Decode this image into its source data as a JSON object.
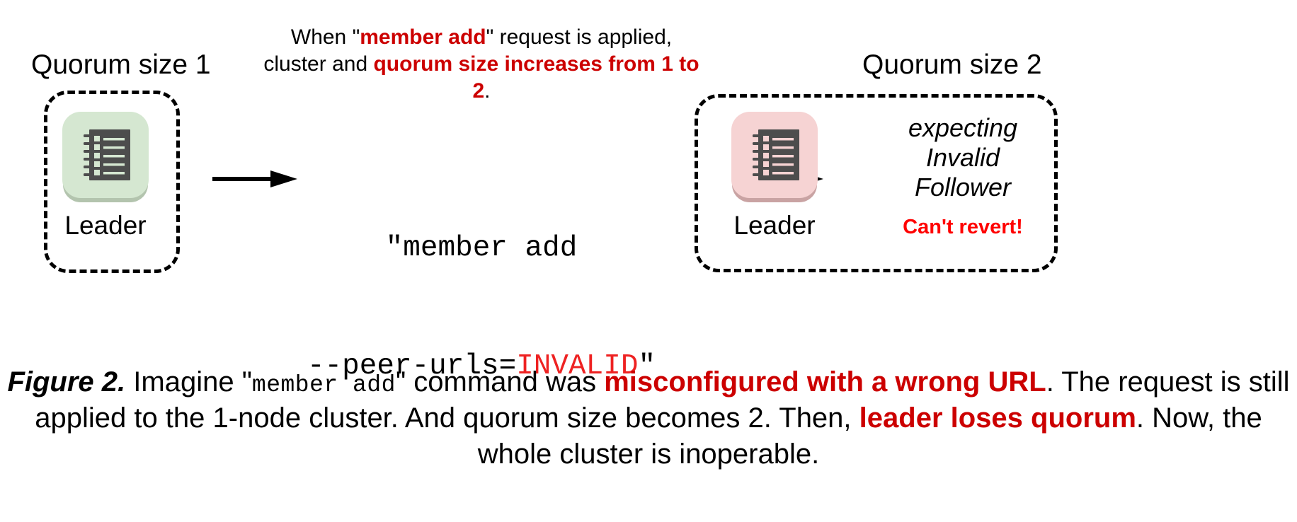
{
  "figure": {
    "left_cluster": {
      "heading": "Quorum size 1",
      "node": {
        "icon": "server-icon",
        "caption": "Leader",
        "tile_color": "#d5e7d1"
      }
    },
    "right_cluster": {
      "heading": "Quorum size 2",
      "node": {
        "icon": "server-icon",
        "caption": "Leader",
        "tile_color": "#f6d3d3"
      },
      "status_lines": [
        "expecting",
        "Invalid",
        "Follower"
      ],
      "warning": "Can't revert!",
      "warning_color": "#ff0000"
    },
    "annotation": {
      "part1": "When \"",
      "highlight1": "member add",
      "part2": "\" request is applied, cluster and ",
      "highlight2": "quorum size increases from 1 to 2",
      "part3": "."
    },
    "command": {
      "line1": "\"member add",
      "line2_prefix": "--peer-urls=",
      "line2_invalid": "INVALID",
      "line2_suffix": "\"",
      "invalid_color": "#ee2222"
    },
    "arrows": {
      "icon": "arrow-right-icon",
      "count": 2
    },
    "caption": {
      "label": "Figure 2.",
      "text1": " Imagine \"",
      "mono1": "member add",
      "text2": "\" command was ",
      "highlight1": "misconfigured with a wrong URL",
      "text3": ". The request is still applied to the 1-node cluster. And quorum size becomes 2. Then, ",
      "highlight2": "leader loses quorum",
      "text4": ". Now, the whole cluster is inoperable.",
      "highlight_color": "#cc0000"
    }
  }
}
